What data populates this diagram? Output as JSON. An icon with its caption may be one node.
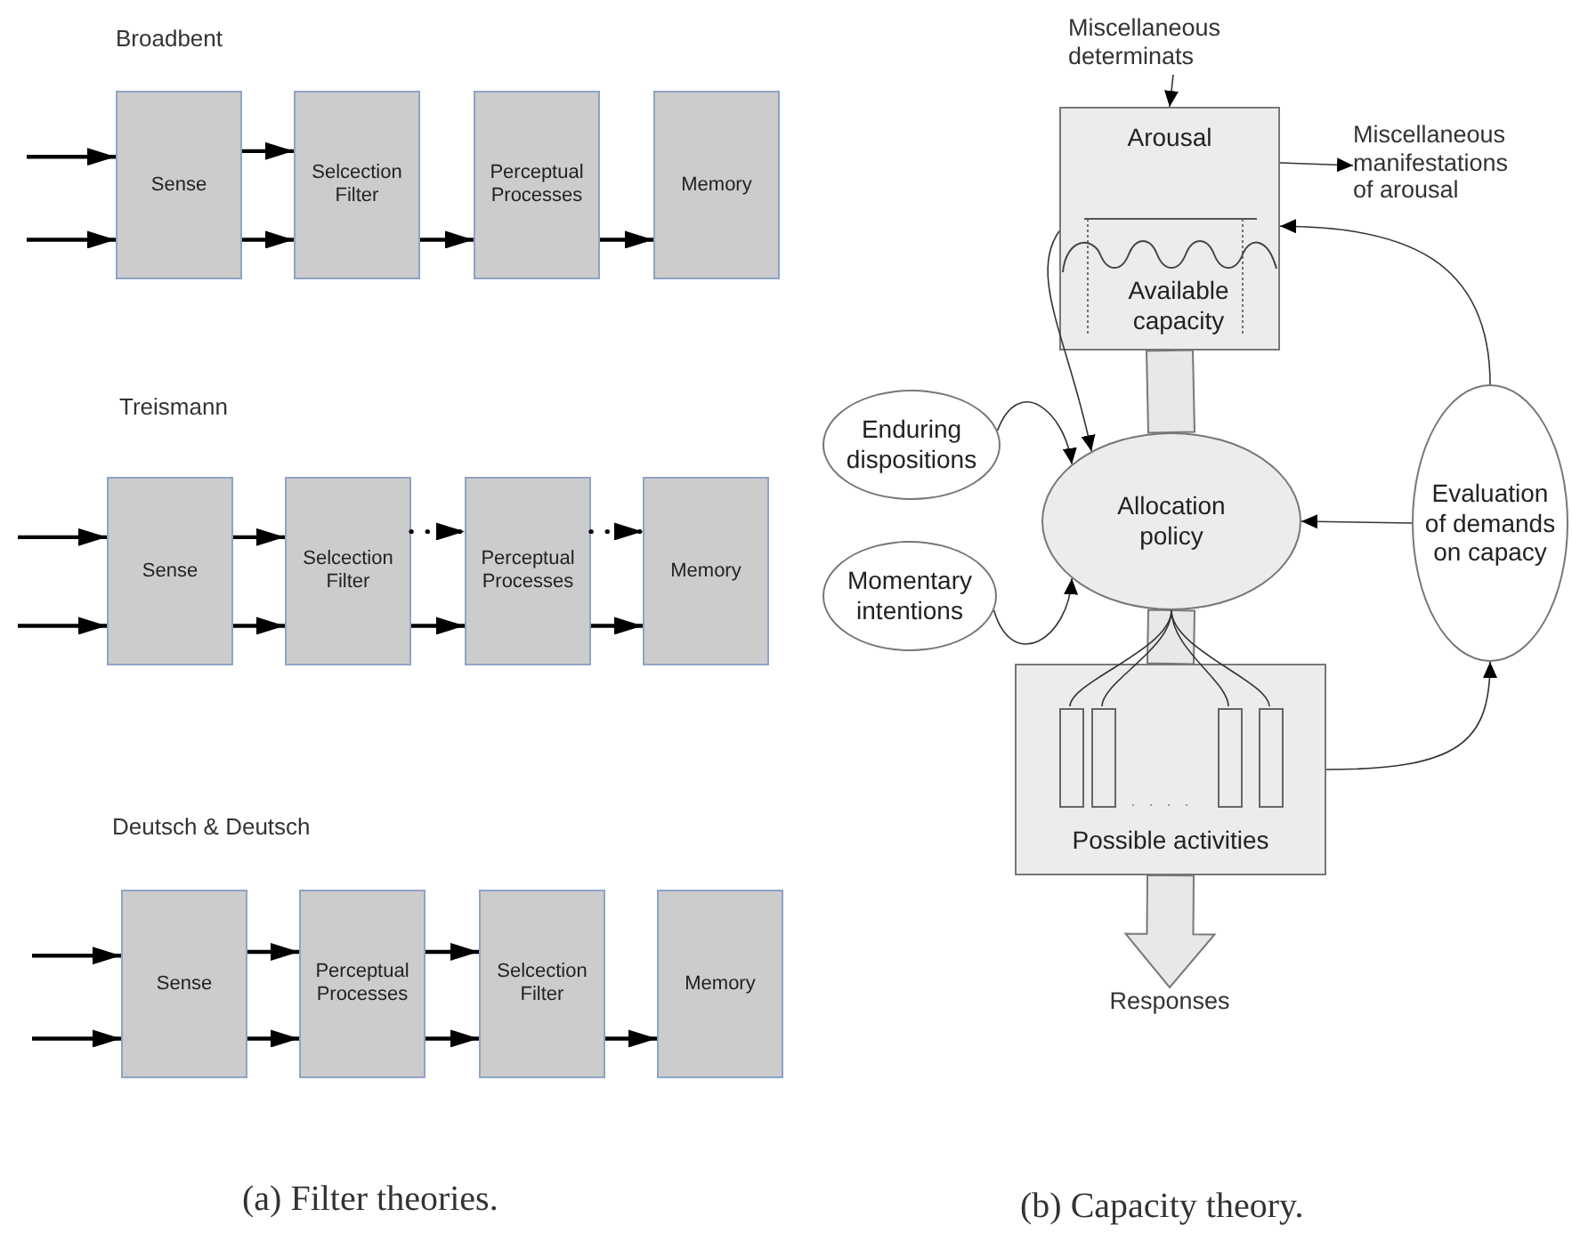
{
  "diagram": {
    "nodes": [
      {
        "text": [
          "Sense"
        ]
      },
      {
        "text": [
          "Selcection Filter"
        ]
      },
      {
        "text": [
          "Perceptual Processes"
        ]
      },
      {
        "text": [
          "Memory"
        ]
      },
      {
        "text": [
          "Sense"
        ]
      },
      {
        "text": [
          "Selcection Filter"
        ]
      },
      {
        "text": [
          "Perceptual Processes"
        ]
      },
      {
        "text": [
          "Memory"
        ]
      },
      {
        "text": [
          "Sense"
        ]
      },
      {
        "text": [
          "Perceptual Processes"
        ]
      },
      {
        "text": [
          "Selcection Filter"
        ]
      },
      {
        "text": [
          "Memory"
        ]
      },
      {
        "text": [
          "Miscellaneous determinats"
        ]
      },
      {
        "text": [
          "Arousal",
          "Available capacity"
        ]
      },
      {
        "text": [
          "Miscellaneous manifestations of arousal"
        ]
      },
      {
        "text": [
          "Enduring dispositions"
        ]
      },
      {
        "text": [
          "Allocation policy"
        ]
      },
      {
        "text": [
          "Momentary intentions"
        ]
      },
      {
        "text": [
          "Evaluation of demands on capacy"
        ]
      },
      {
        "text": [
          "Possible activities"
        ]
      },
      {
        "text": [],
        "shape": "bar",
        "in": 19
      },
      {
        "text": [],
        "shape": "bar",
        "in": 19
      },
      {
        "text": [],
        "shape": "bar",
        "in": 19
      },
      {
        "text": [],
        "shape": "bar",
        "in": 19
      },
      {
        "text": [
          "Responses"
        ]
      }
    ],
    "edges": [
      {
        "from": null,
        "to": 0,
        "arrow": "to"
      },
      {
        "from": null,
        "to": 0,
        "arrow": "to"
      },
      {
        "from": 0,
        "to": 1,
        "arrow": "to"
      },
      {
        "from": 0,
        "to": 1,
        "arrow": "to"
      },
      {
        "from": 1,
        "to": 2,
        "arrow": "to"
      },
      {
        "from": 2,
        "to": 3,
        "arrow": "to"
      },
      {
        "from": null,
        "to": 4,
        "arrow": "to"
      },
      {
        "from": null,
        "to": 4,
        "arrow": "to"
      },
      {
        "from": 4,
        "to": 5,
        "arrow": "to"
      },
      {
        "from": 4,
        "to": 5,
        "arrow": "to"
      },
      {
        "from": 5,
        "to": 6,
        "arrow": "to",
        "style": "dashed"
      },
      {
        "from": 5,
        "to": 6,
        "arrow": "to"
      },
      {
        "from": 6,
        "to": 7,
        "arrow": "to",
        "style": "dashed"
      },
      {
        "from": 6,
        "to": 7,
        "arrow": "to"
      },
      {
        "from": null,
        "to": 8,
        "arrow": "to"
      },
      {
        "from": null,
        "to": 8,
        "arrow": "to"
      },
      {
        "from": 8,
        "to": 9,
        "arrow": "to"
      },
      {
        "from": 8,
        "to": 9,
        "arrow": "to"
      },
      {
        "from": 9,
        "to": 10,
        "arrow": "to"
      },
      {
        "from": 9,
        "to": 10,
        "arrow": "to"
      },
      {
        "from": 10,
        "to": 11,
        "arrow": "to"
      },
      {
        "from": 12,
        "to": 13,
        "arrow": "to"
      },
      {
        "from": 13,
        "to": 14,
        "arrow": "to"
      },
      {
        "from": 13,
        "to": 16,
        "arrow": "none",
        "style": "thick"
      },
      {
        "from": 13,
        "to": 16,
        "arrow": "to"
      },
      {
        "from": 15,
        "to": 16,
        "arrow": "to"
      },
      {
        "from": 17,
        "to": 16,
        "arrow": "to"
      },
      {
        "from": 18,
        "to": 16,
        "arrow": "to"
      },
      {
        "from": 18,
        "to": 13,
        "arrow": "to"
      },
      {
        "from": 16,
        "to": 19,
        "arrow": "none",
        "style": "thick"
      },
      {
        "from": 16,
        "to": 20,
        "arrow": "none"
      },
      {
        "from": 16,
        "to": 21,
        "arrow": "none"
      },
      {
        "from": 16,
        "to": 22,
        "arrow": "none"
      },
      {
        "from": 16,
        "to": 23,
        "arrow": "none"
      },
      {
        "from": 19,
        "to": 18,
        "arrow": "to"
      },
      {
        "from": 19,
        "to": 24,
        "arrow": "to",
        "style": "thick"
      }
    ],
    "labels": [
      "Broadbent",
      "Treismann",
      "Deutsch & Deutsch",
      "(a) Filter theories.",
      "(b) Capacity theory."
    ]
  }
}
